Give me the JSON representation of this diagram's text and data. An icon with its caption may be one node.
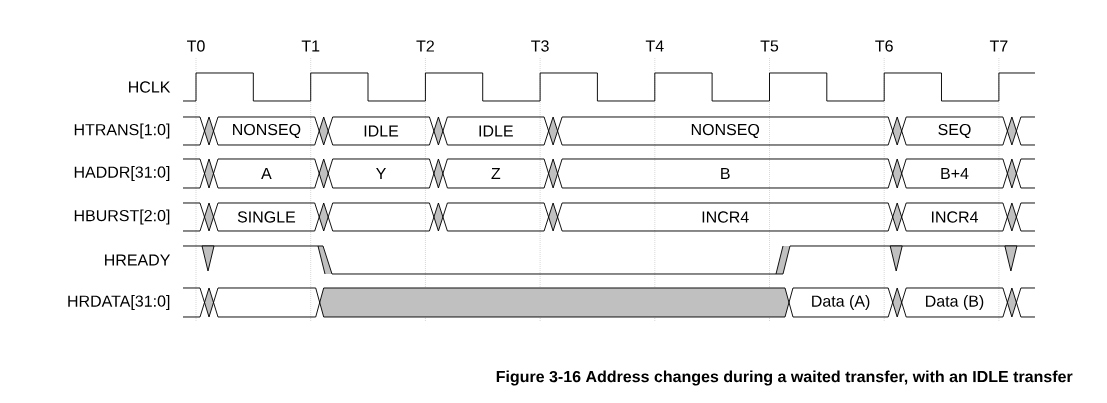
{
  "diagram": {
    "caption": "Figure 3-16 Address changes during a waited transfer, with an IDLE transfer",
    "labels": [
      "T0",
      "T1",
      "T2",
      "T3",
      "T4",
      "T5",
      "T6",
      "T7",
      "HCLK",
      "HTRANS[1:0]",
      "NONSEQ",
      "IDLE",
      "IDLE",
      "NONSEQ",
      "SEQ",
      "HADDR[31:0]",
      "A",
      "Y",
      "Z",
      "B",
      "B+4",
      "HBURST[2:0]",
      "SINGLE",
      "INCR4",
      "INCR4",
      "HREADY",
      "HRDATA[31:0]",
      "Data (A)",
      "Data (B)"
    ]
  }
}
